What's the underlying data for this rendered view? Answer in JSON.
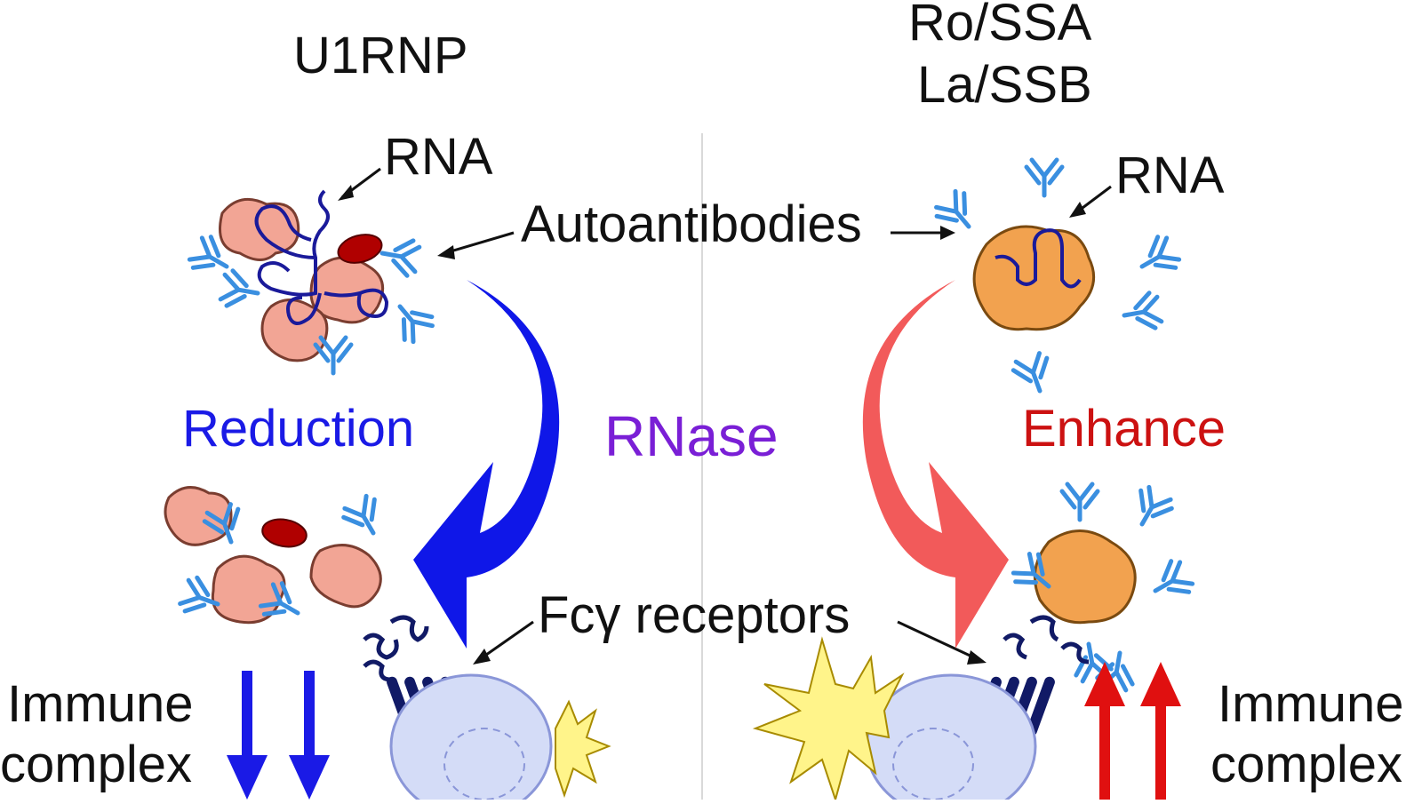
{
  "left": {
    "header": "U1RNP",
    "rna_label": "RNA",
    "effect_label": "Reduction",
    "result_line1": "Immune",
    "result_line2": "complex"
  },
  "right": {
    "header_line1": "Ro/SSA",
    "header_line2": "La/SSB",
    "rna_label": "RNA",
    "effect_label": "Enhance",
    "result_line1": "Immune",
    "result_line2": "complex"
  },
  "center": {
    "autoantibodies_label": "Autoantibodies",
    "rnase_label": "RNase",
    "fc_receptors_label": "Fcγ receptors"
  },
  "colors": {
    "reduction": "#1a1ae6",
    "enhance": "#cc1111",
    "rnase": "#7a1fd6",
    "antibody": "#3a8fe0",
    "rna_strand": "#1a1a9a",
    "u1rnp_protein": "#f2a595",
    "u1rnp_protein_dark": "#b00000",
    "ro_protein": "#f2a24f",
    "blue_arrow": "#0f17e8",
    "red_arrow": "#f25a5a",
    "cell_fill": "#d4dcf7",
    "burst_fill": "#fff48a",
    "receptor": "#111a66"
  },
  "icons": [
    "antibody-icon",
    "rna-strand-icon",
    "protein-blob-icon",
    "cell-icon",
    "burst-icon",
    "arrow-down-icon",
    "arrow-up-icon",
    "curved-arrow-icon"
  ]
}
